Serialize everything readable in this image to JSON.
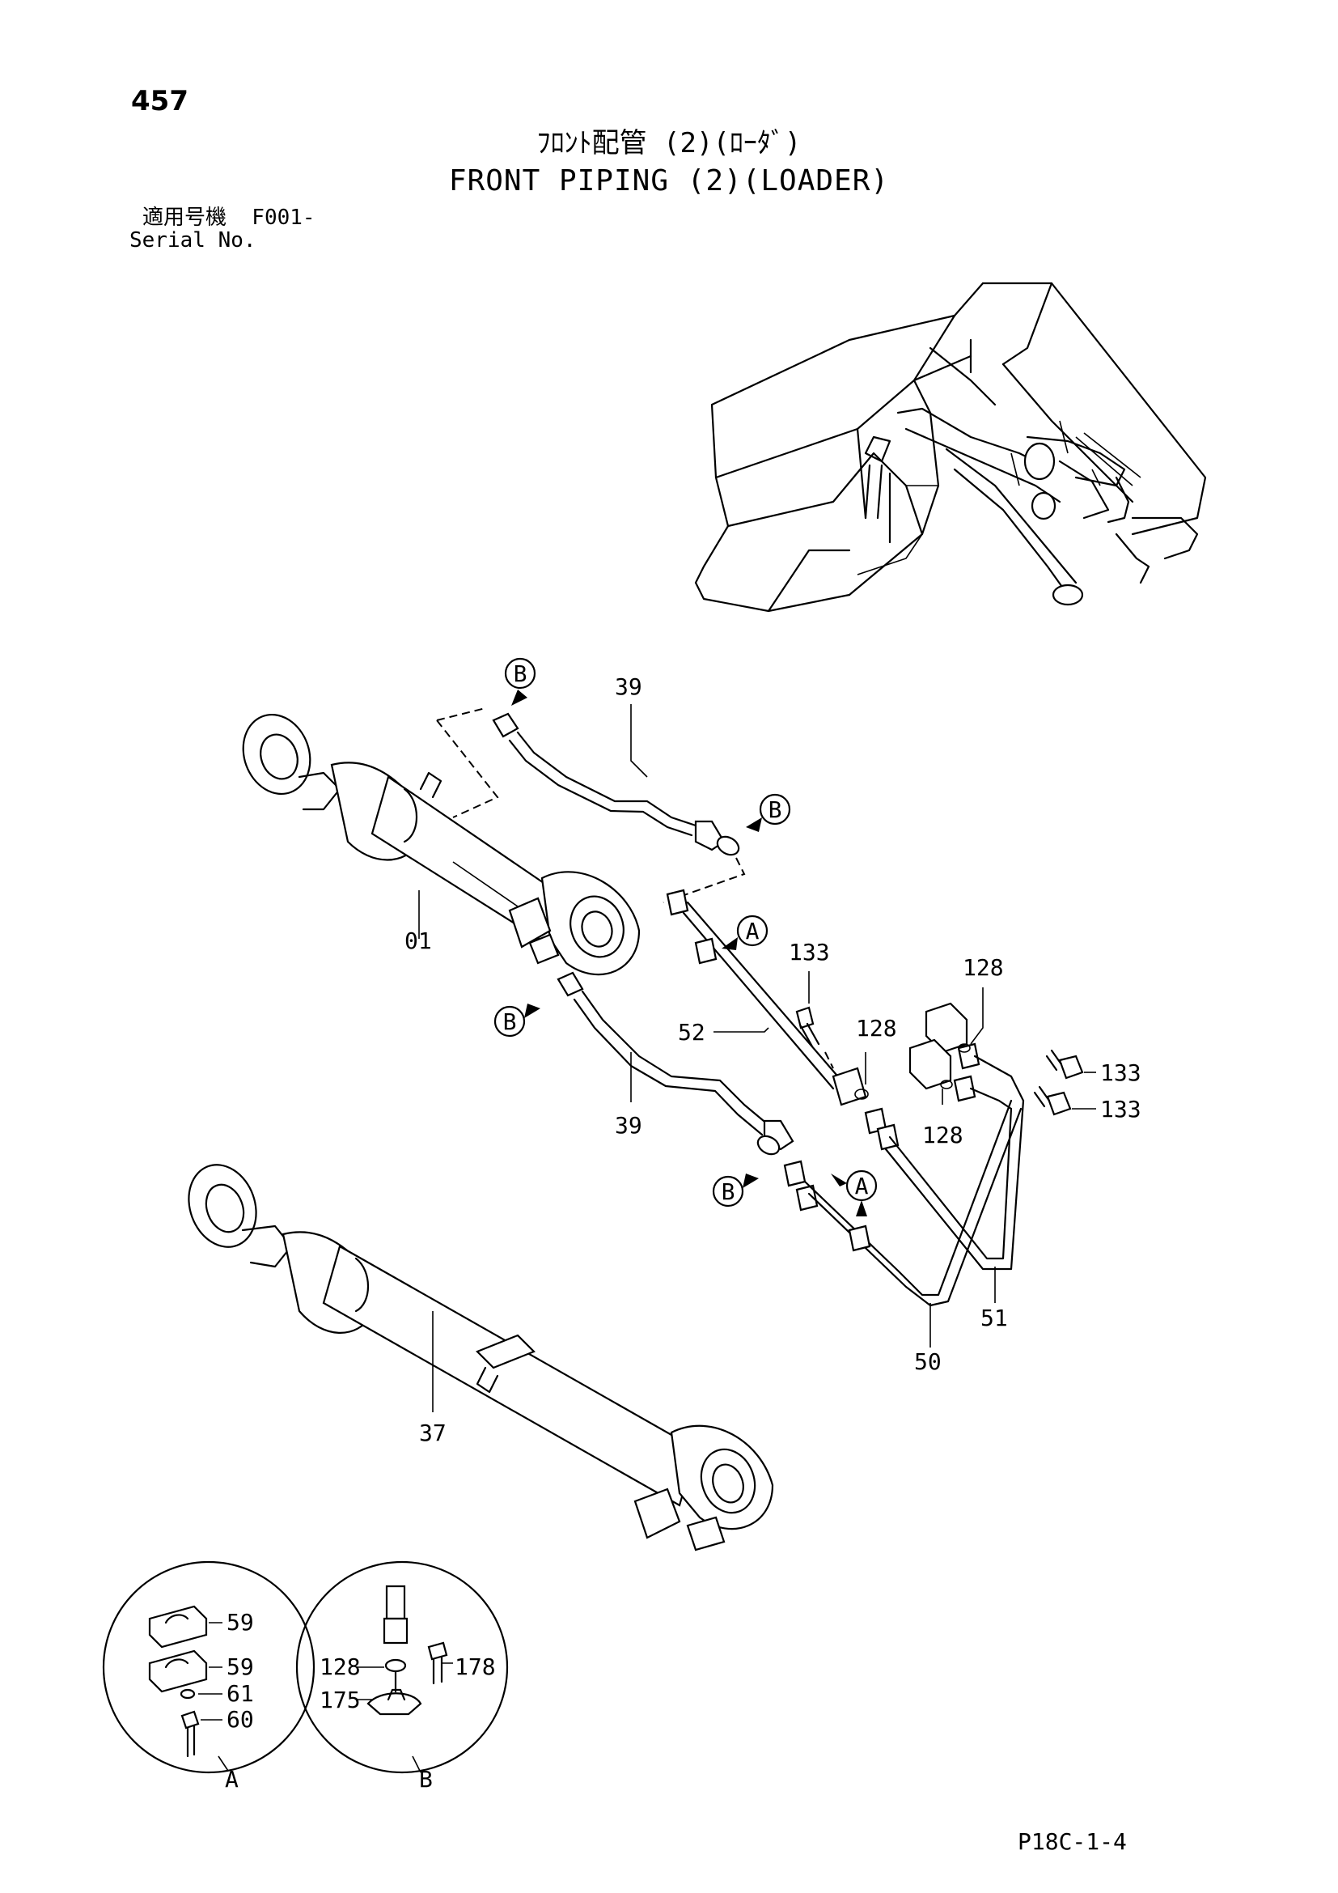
{
  "page_number": "457",
  "title_jp": "ﾌﾛﾝﾄ配管 (2)(ﾛｰﾀﾞ)",
  "title_en": "FRONT PIPING (2)(LOADER)",
  "serial_label_jp": "適用号機  F001-",
  "serial_label_en": "Serial No.",
  "footer_code": "P18C-1-4",
  "callouts": {
    "c01": "01",
    "c37": "37",
    "c39a": "39",
    "c39b": "39",
    "c50": "50",
    "c51": "51",
    "c52": "52",
    "c133a": "133",
    "c133b": "133",
    "c133c": "133",
    "c128a": "128",
    "c128b": "128",
    "c128c": "128",
    "c128d": "128",
    "c59a": "59",
    "c59b": "59",
    "c60": "60",
    "c61": "61",
    "c175": "175",
    "c178": "178"
  },
  "markers": {
    "b1": "B",
    "b2": "B",
    "b3": "B",
    "b4": "B",
    "a1": "A",
    "a2": "A"
  },
  "detail_labels": {
    "detail_a": "A",
    "detail_b": "B"
  }
}
